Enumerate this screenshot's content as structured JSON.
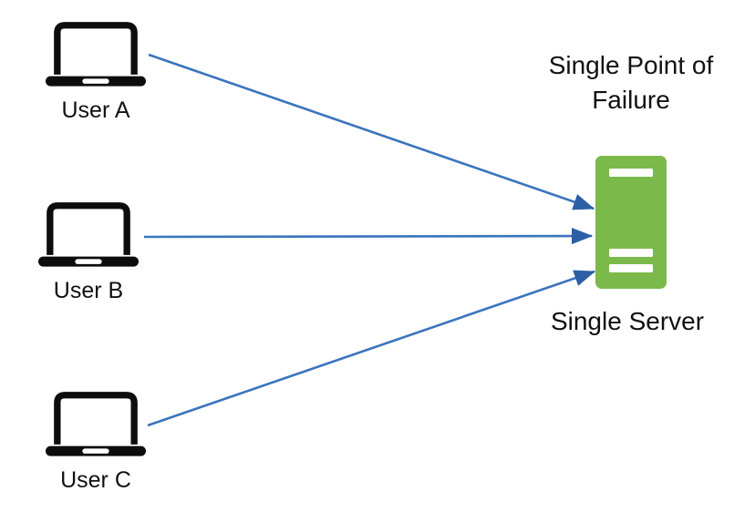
{
  "colors": {
    "background": "#FFFFFF",
    "text": "#111111",
    "device_black": "#0D0D0D",
    "server_green": "#7CB94B",
    "arrow_line": "#3A74BD",
    "arrow_head": "#2D5FA6"
  },
  "diagram": {
    "title_lines": [
      "Single Point of",
      "Failure"
    ],
    "users": [
      {
        "label": "User A"
      },
      {
        "label": "User B"
      },
      {
        "label": "User C"
      }
    ],
    "server": {
      "label": "Single Server"
    },
    "connections": [
      {
        "from": "User A",
        "to": "Single Server"
      },
      {
        "from": "User B",
        "to": "Single Server"
      },
      {
        "from": "User C",
        "to": "Single Server"
      }
    ]
  }
}
